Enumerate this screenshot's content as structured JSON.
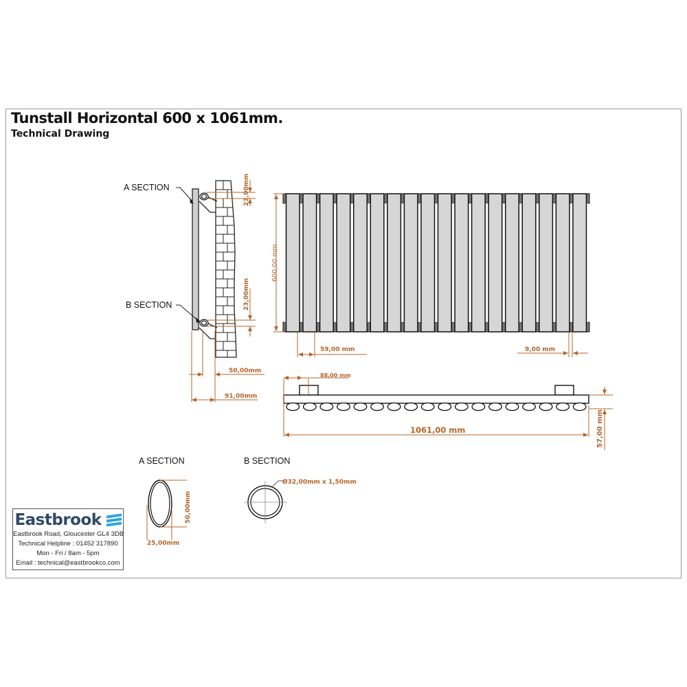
{
  "header": {
    "title": "Tunstall Horizontal 600 x 1061mm.",
    "subtitle": "Technical Drawing"
  },
  "side_view": {
    "a_section_label": "A SECTION",
    "b_section_label": "B SECTION",
    "top_bracket_dim": "23,00mm",
    "bottom_bracket_dim": "23,00mm",
    "wall_gap_dim": "50,00mm",
    "total_depth_dim": "91,00mm"
  },
  "front_view": {
    "height_dim": "600,00 mm",
    "column_pitch_dim": "59,00 mm",
    "gap_dim": "9,00 mm",
    "column_count": 18
  },
  "top_view": {
    "bracket_offset_dim": "88,00 mm",
    "width_dim": "1061,00 mm",
    "depth_dim": "57,00 mm"
  },
  "sections": {
    "a": {
      "label": "A SECTION",
      "height_dim": "50,00mm",
      "width_dim": "25,00mm"
    },
    "b": {
      "label": "B SECTION",
      "diameter_dim": "Ø32,00mm x 1,50mm"
    }
  },
  "company": {
    "name": "Eastbrook",
    "address": "Eastbrook Road, Gloucester GL4 3DB",
    "helpline": "Technical Helpline : 01452 317890",
    "hours": "Mon - Fri / 8am - 5pm",
    "email": "Email : technical@eastbrookco.com"
  },
  "colors": {
    "dimension": "#b5652a",
    "panel_fill": "#d6d6d6",
    "outline": "#111111",
    "brand_text": "#2f4a66",
    "brand_mark": "#2aa5dc"
  }
}
